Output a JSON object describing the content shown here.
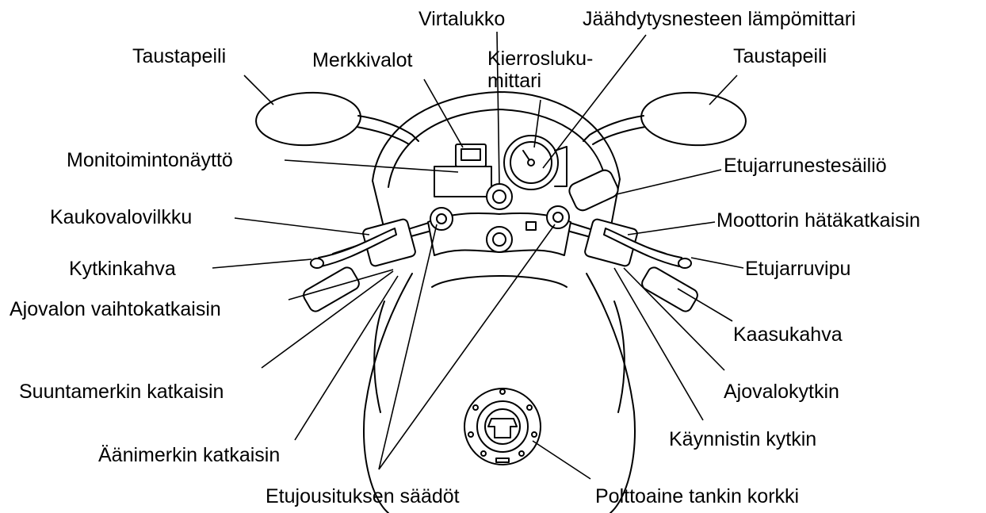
{
  "labels": {
    "virtalukko": "Virtalukko",
    "jaahdytys": "Jäähdytysnesteen lämpömittari",
    "taustapeili_left": "Taustapeili",
    "merkkivalot": "Merkkivalot",
    "kierros": "Kierrosluku-\nmittari",
    "taustapeili_right": "Taustapeili",
    "monitoiminto": "Monitoimintonäyttö",
    "etujarrunestesailio": "Etujarrunestesäiliö",
    "kaukovalo": "Kaukovalovilkku",
    "moottorin_hata": "Moottorin hätäkatkaisin",
    "kytkinkahva": "Kytkinkahva",
    "etujarruvipu": "Etujarruvipu",
    "ajovalon_vaihto": "Ajovalon vaihtokatkaisin",
    "kaasukahva": "Kaasukahva",
    "suuntamerkki": "Suuntamerkin katkaisin",
    "ajovalokytkin": "Ajovalokytkin",
    "aanimerkki": "Äänimerkin katkaisin",
    "kaynnistin": "Käynnistin kytkin",
    "etujousitus": "Etujousituksen säädöt",
    "polttoaine": "Polttoaine tankin korkki"
  }
}
